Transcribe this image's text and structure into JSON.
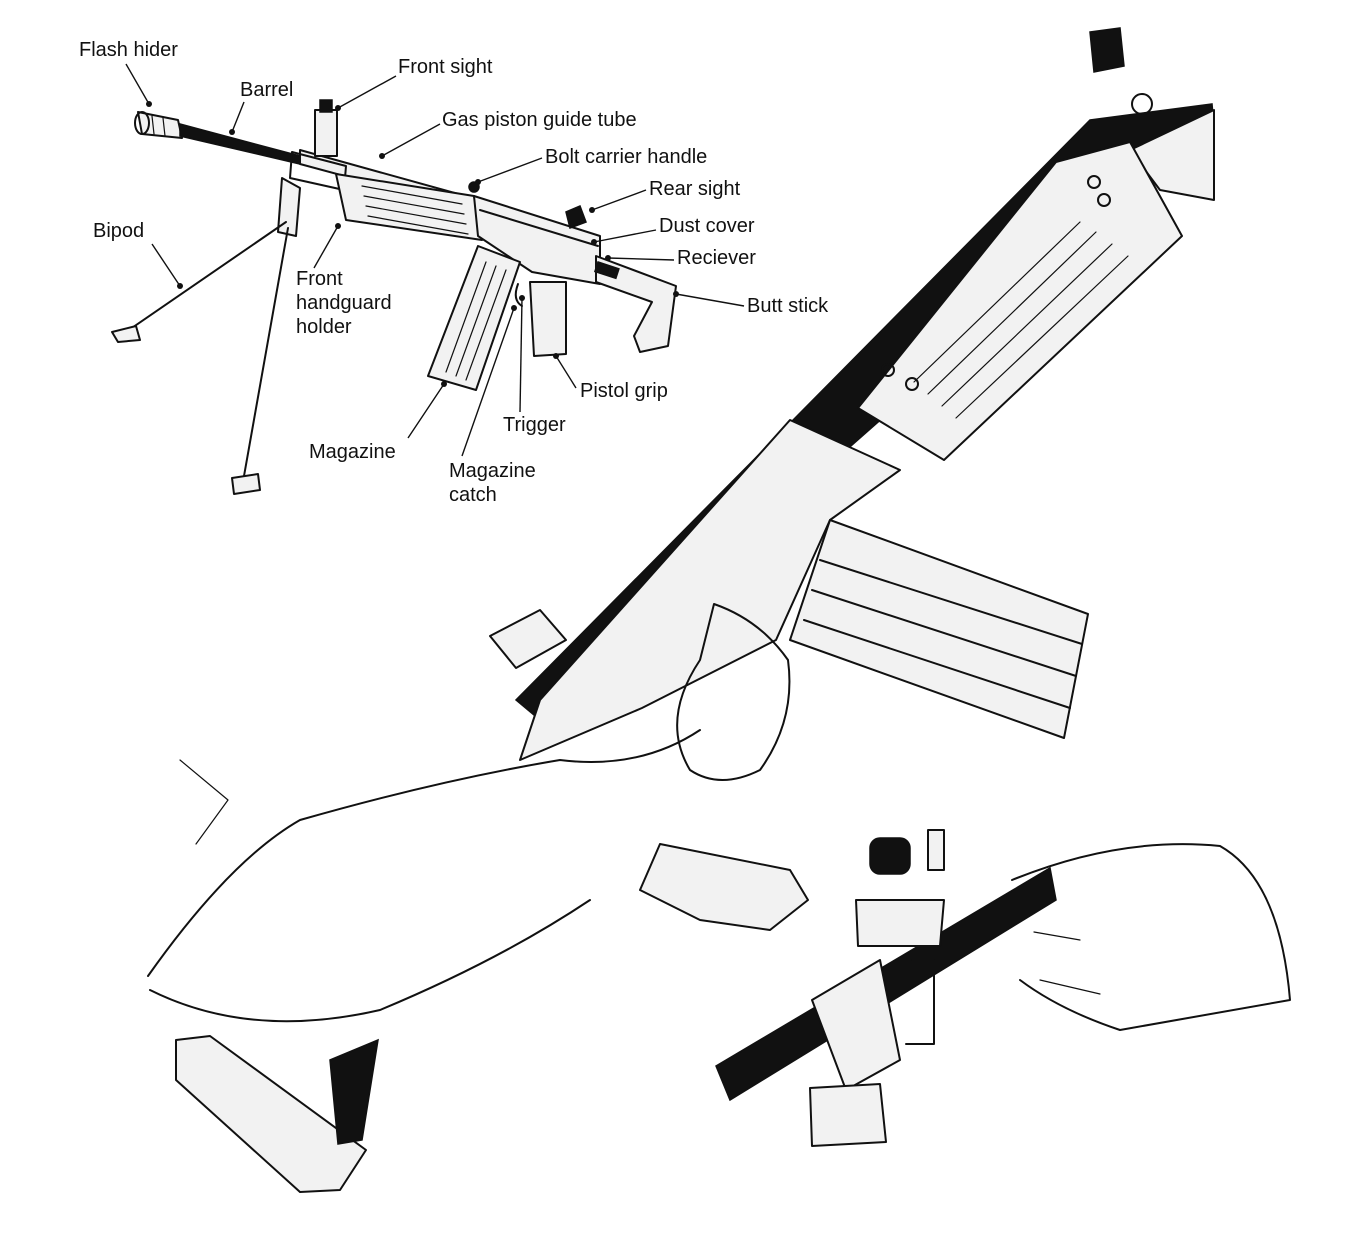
{
  "figure": {
    "colors": {
      "ink": "#111111",
      "paper": "#ffffff",
      "stipple": "#f2f2f2"
    },
    "illustrations": [
      {
        "name": "rifle-parts-overview"
      },
      {
        "name": "rifle-held-closeup"
      },
      {
        "name": "front-sight-adjustment-closeup"
      }
    ],
    "labels": {
      "flash_hider": "Flash hider",
      "barrel": "Barrel",
      "front_sight": "Front sight",
      "gas_piston_guide_tube": "Gas piston guide tube",
      "bolt_carrier_handle": "Bolt carrier handle",
      "rear_sight": "Rear sight",
      "dust_cover": "Dust cover",
      "reciever": "Reciever",
      "butt_stick": "Butt stick",
      "bipod": "Bipod",
      "front_handguard_holder": "Front\nhandguard\nholder",
      "pistol_grip": "Pistol grip",
      "trigger": "Trigger",
      "magazine": "Magazine",
      "magazine_catch": "Magazine\ncatch"
    }
  }
}
